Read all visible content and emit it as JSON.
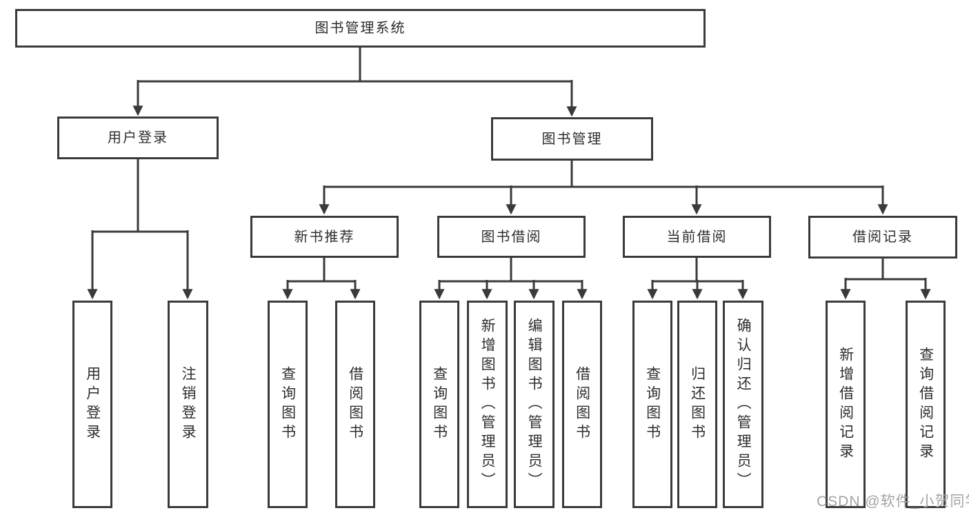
{
  "diagram": {
    "type": "hierarchy-tree",
    "root": {
      "label": "图书管理系统"
    },
    "level2": [
      {
        "label": "用户登录"
      },
      {
        "label": "图书管理"
      }
    ],
    "level3": [
      {
        "label": "新书推荐"
      },
      {
        "label": "图书借阅"
      },
      {
        "label": "当前借阅"
      },
      {
        "label": "借阅记录"
      }
    ],
    "level4": {
      "user_login": [
        "用户登录",
        "注销登录"
      ],
      "new_books": [
        "查询图书",
        "借阅图书"
      ],
      "book_borrow": [
        "查询图书",
        "新增图书（管理员）",
        "编辑图书（管理员）",
        "借阅图书"
      ],
      "current_borrow": [
        "查询图书",
        "归还图书",
        "确认归还（管理员）"
      ],
      "borrow_records": [
        "新增借阅记录",
        "查询借阅记录"
      ]
    }
  },
  "watermark": "CSDN @软件_小贺同学",
  "colors": {
    "line": "#3a3a3a",
    "text": "#2d2d2d",
    "watermark": "#a3a3a3",
    "background": "#ffffff"
  }
}
